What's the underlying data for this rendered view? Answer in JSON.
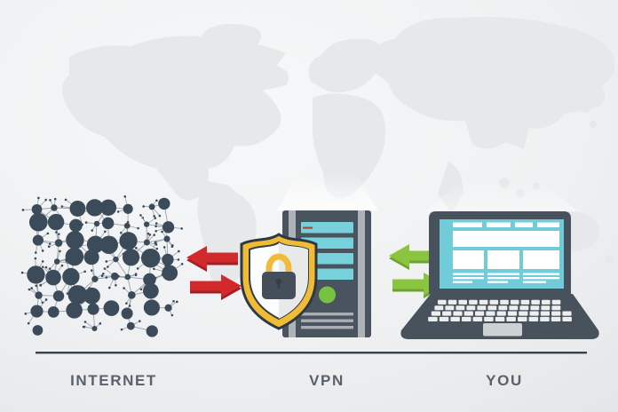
{
  "diagram": {
    "background": "world-map",
    "nodes": [
      {
        "id": "internet",
        "label": "INTERNET",
        "icon": "network-cluster-icon"
      },
      {
        "id": "vpn",
        "label": "VPN",
        "icons": [
          "shield-lock-icon",
          "server-icon"
        ]
      },
      {
        "id": "you",
        "label": "YOU",
        "icon": "laptop-icon"
      }
    ],
    "connections": [
      {
        "from": "internet",
        "to": "vpn",
        "type": "bidirectional-arrows",
        "color": "#d2292c"
      },
      {
        "from": "vpn",
        "to": "you",
        "type": "bidirectional-arrows",
        "color": "#8bc53f"
      }
    ],
    "colors": {
      "background_light": "#f7f8f9",
      "background_dark": "#d8dbde",
      "map": "#e6e8ea",
      "network_node": "#3c4b59",
      "network_link": "#99a1a8",
      "red_arrow": "#d2292c",
      "red_arrow_shade": "#a31e20",
      "green_arrow": "#8bc53f",
      "green_arrow_shade": "#6ea22e",
      "shield_gold": "#f0bb35",
      "shield_white": "#fbfcfc",
      "shield_shaded_half": "#e8eaea",
      "shield_outline": "#2d3944",
      "lock_body": "#454f59",
      "server_body": "#49545f",
      "server_rail": "#aeb3b8",
      "server_bar": "#77d1db",
      "server_bar_mark": "#b5443a",
      "led_green": "#79c142",
      "laptop_frame": "#47525d",
      "laptop_screen": "#6fccd8",
      "laptop_key": "#edefef",
      "trackpad": "#cdd1d3",
      "baseline": "#39434d",
      "label_text": "#59626b"
    }
  }
}
